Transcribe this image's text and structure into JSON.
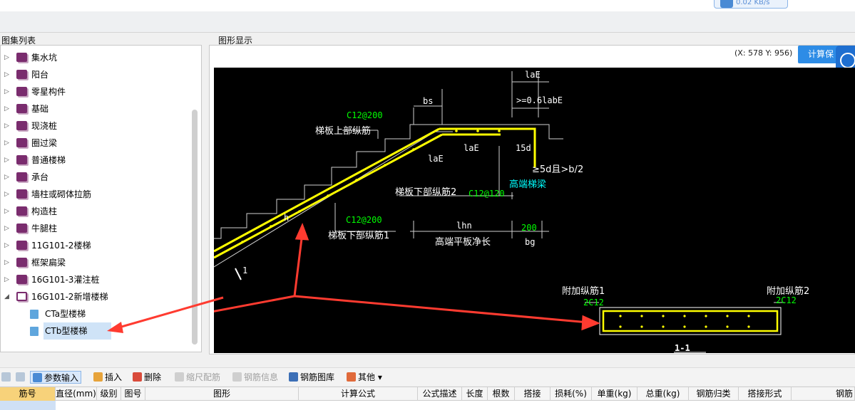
{
  "topbar": {
    "speed_text": "0.02 KB/s"
  },
  "left_panel": {
    "title": "图集列表",
    "items": [
      {
        "label": "集水坑"
      },
      {
        "label": "阳台"
      },
      {
        "label": "零星构件"
      },
      {
        "label": "基础"
      },
      {
        "label": "现浇桩"
      },
      {
        "label": "圈过梁"
      },
      {
        "label": "普通楼梯"
      },
      {
        "label": "承台"
      },
      {
        "label": "墙柱或砌体拉筋"
      },
      {
        "label": "构造柱"
      },
      {
        "label": "牛腿柱"
      },
      {
        "label": "11G101-2楼梯"
      },
      {
        "label": "框架扁梁"
      },
      {
        "label": "16G101-3灌注桩"
      },
      {
        "label": "16G101-2新增楼梯"
      }
    ],
    "children": [
      {
        "label": "CTa型楼梯"
      },
      {
        "label": "CTb型楼梯"
      }
    ]
  },
  "right_panel": {
    "title": "图形显示",
    "coord_text": "(X: 578 Y: 956)",
    "calc_button": "计算保"
  },
  "drawing": {
    "labels": {
      "lae_top": "laE",
      "lab_top": ">=0.6labE",
      "bs": "bs",
      "c12_200_top": "C12@200",
      "upper_bar": "梯板上部纵筋",
      "lae_mid": "laE",
      "lae_mid2": "laE",
      "d15": "15d",
      "d5": "≥5d且>b/2",
      "high_beam": "高端梯梁",
      "lower_bar2": "梯板下部纵筋2",
      "c12_120": "C12@120",
      "c12_200_low": "C12@200",
      "lower_bar1": "梯板下部纵筋1",
      "lhn": "lhn",
      "platform_len": "高端平板净长",
      "v200": "200",
      "bg": "bg",
      "h": "h",
      "one": "1",
      "extra1": "附加纵筋1",
      "extra1_spec": "2C12",
      "extra2": "附加纵筋2",
      "extra2_spec": "2C12",
      "section": "1-1"
    },
    "colors": {
      "background": "#000000",
      "rebar": "#ffff00",
      "spec_text": "#00ff00",
      "beam_text": "#00ffff",
      "annotation_arrow": "#ff3b30"
    }
  },
  "toolbar": {
    "param_input": "参数输入",
    "insert": "插入",
    "delete": "删除",
    "scale_bar": "缩尺配筋",
    "bar_info": "钢筋信息",
    "bar_library": "钢筋图库",
    "other": "其他"
  },
  "table": {
    "headers": [
      "筋号",
      "直径(mm)",
      "级别",
      "图号",
      "图形",
      "计算公式",
      "公式描述",
      "长度",
      "根数",
      "搭接",
      "损耗(%)",
      "单重(kg)",
      "总重(kg)",
      "钢筋归类",
      "搭接形式",
      "钢筋"
    ]
  }
}
